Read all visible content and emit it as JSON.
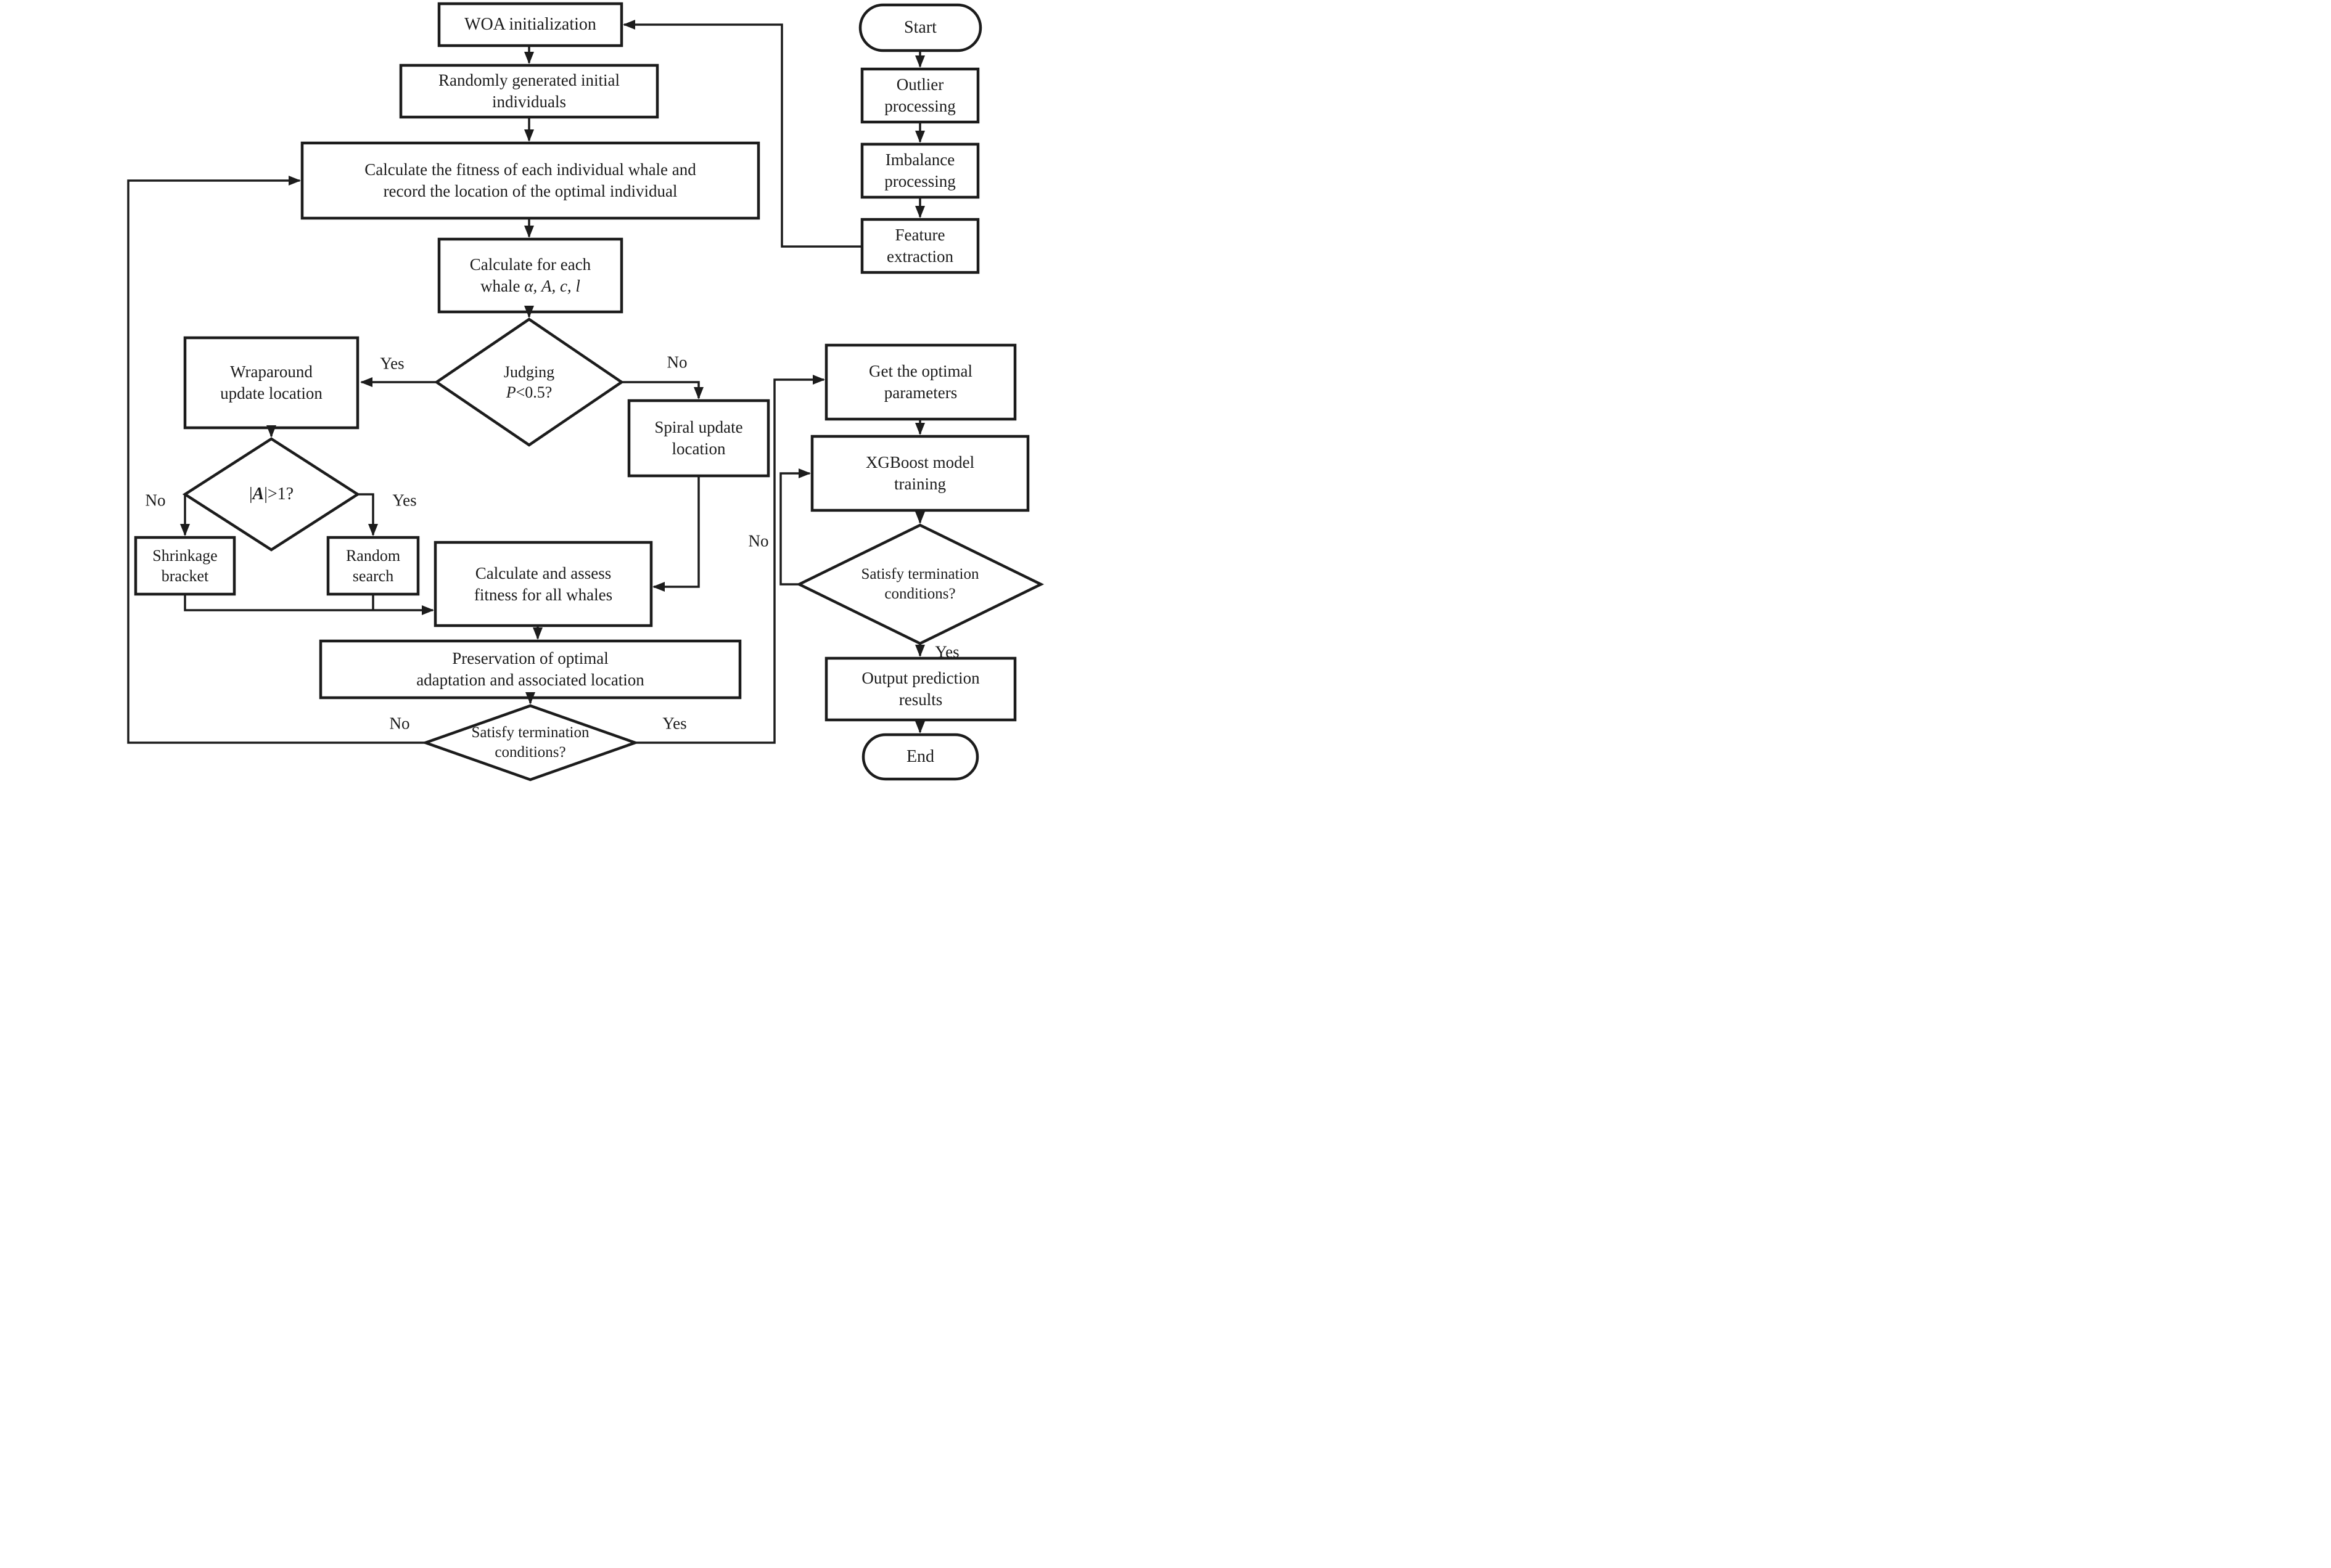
{
  "diagram": {
    "colors": {
      "line": "#1c1c1c",
      "background": "#ffffff",
      "text": "#1c1c1c"
    },
    "left_flow": {
      "woa_init": {
        "line1": "WOA initialization"
      },
      "random_init": {
        "line1": "Randomly generated initial",
        "line2": "individuals"
      },
      "calc_fitness": {
        "line1": "Calculate the fitness of each individual whale and",
        "line2": "record the location of the optimal individual"
      },
      "whale_params": {
        "line1": "Calculate for each",
        "line2_pre": "whale ",
        "line2_vars": "α, A, c, l"
      },
      "judging": {
        "line1": "Judging",
        "p_var": "P",
        "p_rest": "<0.5?"
      },
      "wraparound": {
        "line1": "Wraparound",
        "line2": "update location"
      },
      "abs_a": {
        "pre": "|",
        "var": "A",
        "post": "|>1?"
      },
      "shrinkage": {
        "line1": "Shrinkage",
        "line2": "bracket"
      },
      "random_search": {
        "line1": "Random",
        "line2": "search"
      },
      "spiral": {
        "line1": "Spiral update",
        "line2": "location"
      },
      "calc_assess": {
        "line1": "Calculate and assess",
        "line2": "fitness for all whales"
      },
      "preservation": {
        "line1": "Preservation of optimal",
        "line2": "adaptation and associated location"
      },
      "termination1": {
        "line1": "Satisfy termination",
        "line2": "conditions?"
      }
    },
    "right_flow": {
      "start": {
        "line1": "Start"
      },
      "outlier": {
        "line1": "Outlier",
        "line2": "processing"
      },
      "imbalance": {
        "line1": "Imbalance",
        "line2": "processing"
      },
      "feature": {
        "line1": "Feature",
        "line2": "extraction"
      },
      "get_optimal": {
        "line1": "Get the optimal",
        "line2": "parameters"
      },
      "xgboost": {
        "line1": "XGBoost model",
        "line2": "training"
      },
      "termination2": {
        "line1": "Satisfy termination",
        "line2": "conditions?"
      },
      "output": {
        "line1": "Output prediction",
        "line2": "results"
      },
      "end": {
        "line1": "End"
      }
    },
    "labels": {
      "judging_yes": "Yes",
      "judging_no": "No",
      "absa_no": "No",
      "absa_yes": "Yes",
      "term1_no": "No",
      "term1_yes": "Yes",
      "term2_no": "No",
      "term2_yes": "Yes"
    }
  }
}
